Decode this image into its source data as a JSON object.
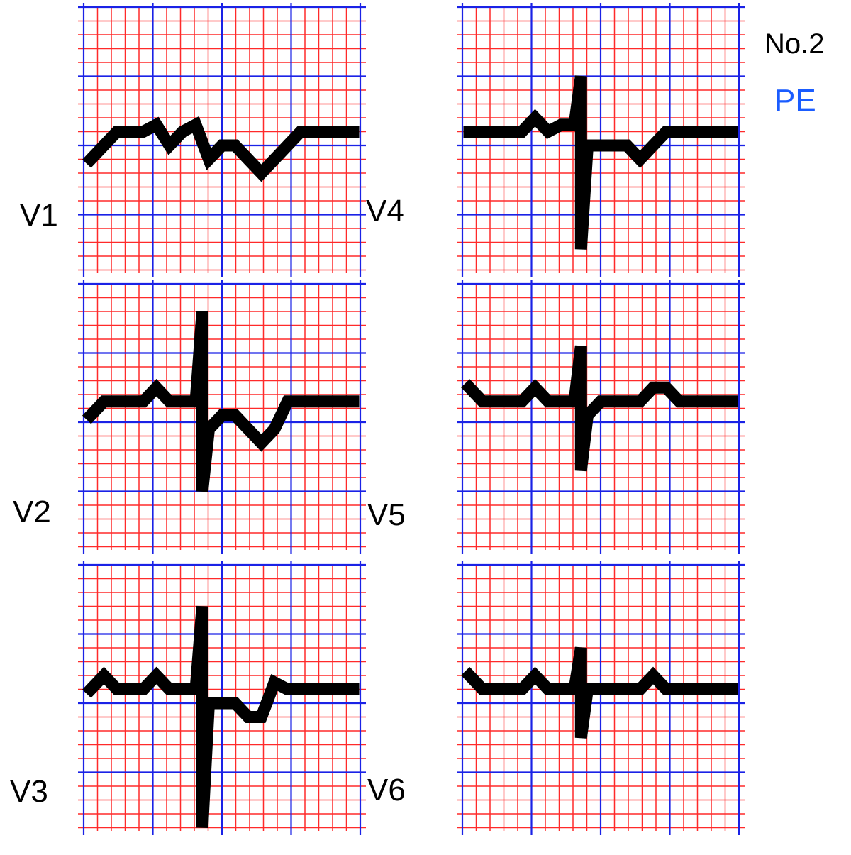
{
  "figure": {
    "case_number": "No.2",
    "diagnosis": "PE",
    "colors": {
      "minor_grid": "#ff2a2a",
      "major_grid": "#1a22e6",
      "trace": "#000000",
      "diagnosis_text": "#1a5cff"
    }
  },
  "panels": [
    {
      "lead": "V1",
      "col": 0,
      "row": 0,
      "trace": [
        [
          0,
          -1.5
        ],
        [
          0,
          -1.5
        ],
        [
          1,
          -0.5
        ],
        [
          2,
          0.5
        ],
        [
          3,
          0.5
        ],
        [
          4,
          0.5
        ],
        [
          5,
          1
        ],
        [
          6,
          -0.5
        ],
        [
          7,
          0.5
        ],
        [
          8,
          1
        ],
        [
          9,
          -1.5
        ],
        [
          10,
          -0.5
        ],
        [
          11,
          -0.5
        ],
        [
          12,
          -1.5
        ],
        [
          13,
          -2.5
        ],
        [
          14,
          -1.5
        ],
        [
          15,
          -0.5
        ],
        [
          16,
          0.5
        ],
        [
          17,
          0.5
        ],
        [
          18,
          0.5
        ],
        [
          19,
          0.5
        ],
        [
          20,
          0.5
        ]
      ]
    },
    {
      "lead": "V2",
      "col": 0,
      "row": 1,
      "trace": [
        [
          0,
          -0.5
        ],
        [
          0,
          -0.5
        ],
        [
          1,
          0.5
        ],
        [
          2,
          0.5
        ],
        [
          3,
          0.5
        ],
        [
          4,
          0.5
        ],
        [
          5,
          1.5
        ],
        [
          6,
          0.5
        ],
        [
          7,
          0.5
        ],
        [
          8,
          0.5
        ],
        [
          8.5,
          7
        ],
        [
          8.5,
          -6
        ],
        [
          9,
          -1.5
        ],
        [
          10,
          -0.5
        ],
        [
          11,
          -0.5
        ],
        [
          12,
          -1.5
        ],
        [
          13,
          -2.5
        ],
        [
          14,
          -1.5
        ],
        [
          15,
          0.5
        ],
        [
          16,
          0.5
        ],
        [
          17,
          0.5
        ],
        [
          18,
          0.5
        ],
        [
          19,
          0.5
        ],
        [
          20,
          0.5
        ]
      ]
    },
    {
      "lead": "V3",
      "col": 0,
      "row": 2,
      "trace": [
        [
          0,
          0.5
        ],
        [
          0,
          0.5
        ],
        [
          1,
          1.5
        ],
        [
          2,
          0.5
        ],
        [
          3,
          0.5
        ],
        [
          4,
          0.5
        ],
        [
          5,
          1.5
        ],
        [
          6,
          0.5
        ],
        [
          7,
          0.5
        ],
        [
          8,
          0.5
        ],
        [
          8.5,
          6.5
        ],
        [
          8.5,
          -9.5
        ],
        [
          9,
          -0.5
        ],
        [
          10,
          -0.5
        ],
        [
          11,
          -0.5
        ],
        [
          12,
          -1.5
        ],
        [
          13,
          -1.5
        ],
        [
          14,
          1
        ],
        [
          15,
          0.5
        ],
        [
          16,
          0.5
        ],
        [
          17,
          0.5
        ],
        [
          18,
          0.5
        ],
        [
          19,
          0.5
        ],
        [
          20,
          0.5
        ]
      ]
    },
    {
      "lead": "V4",
      "col": 1,
      "row": 0,
      "trace": [
        [
          0,
          0.5
        ],
        [
          0,
          0.5
        ],
        [
          1,
          0.5
        ],
        [
          2,
          0.5
        ],
        [
          3,
          0.5
        ],
        [
          4,
          0.5
        ],
        [
          5,
          1.5
        ],
        [
          6,
          0.5
        ],
        [
          7,
          1
        ],
        [
          8,
          1
        ],
        [
          8.5,
          4.5
        ],
        [
          8.5,
          -8
        ],
        [
          9,
          -0.5
        ],
        [
          10,
          -0.5
        ],
        [
          11,
          -0.5
        ],
        [
          12,
          -0.5
        ],
        [
          13,
          -1.5
        ],
        [
          14,
          -0.5
        ],
        [
          15,
          0.5
        ],
        [
          16,
          0.5
        ],
        [
          17,
          0.5
        ],
        [
          18,
          0.5
        ],
        [
          19,
          0.5
        ],
        [
          20,
          0.5
        ]
      ]
    },
    {
      "lead": "V5",
      "col": 1,
      "row": 1,
      "trace": [
        [
          0,
          1.5
        ],
        [
          0,
          1.5
        ],
        [
          1,
          0.5
        ],
        [
          2,
          0.5
        ],
        [
          3,
          0.5
        ],
        [
          4,
          0.5
        ],
        [
          5,
          1.5
        ],
        [
          6,
          0.5
        ],
        [
          7,
          0.5
        ],
        [
          8,
          0.5
        ],
        [
          8.5,
          4.5
        ],
        [
          8.5,
          -4.5
        ],
        [
          9,
          -0.5
        ],
        [
          10,
          0.5
        ],
        [
          11,
          0.5
        ],
        [
          12,
          0.5
        ],
        [
          13,
          0.5
        ],
        [
          14,
          1.5
        ],
        [
          15,
          1.5
        ],
        [
          16,
          0.5
        ],
        [
          17,
          0.5
        ],
        [
          18,
          0.5
        ],
        [
          19,
          0.5
        ],
        [
          20,
          0.5
        ]
      ]
    },
    {
      "lead": "V6",
      "col": 1,
      "row": 2,
      "trace": [
        [
          0,
          1.5
        ],
        [
          0,
          1.5
        ],
        [
          1,
          0.5
        ],
        [
          2,
          0.5
        ],
        [
          3,
          0.5
        ],
        [
          4,
          0.5
        ],
        [
          5,
          1.5
        ],
        [
          6,
          0.5
        ],
        [
          7,
          0.5
        ],
        [
          8,
          0.5
        ],
        [
          8.5,
          3.5
        ],
        [
          8.5,
          -3
        ],
        [
          9,
          0.5
        ],
        [
          10,
          0.5
        ],
        [
          11,
          0.5
        ],
        [
          12,
          0.5
        ],
        [
          13,
          0.5
        ],
        [
          14,
          1.5
        ],
        [
          15,
          0.5
        ],
        [
          16,
          0.5
        ],
        [
          17,
          0.5
        ],
        [
          18,
          0.5
        ],
        [
          19,
          0.5
        ],
        [
          20,
          0.5
        ]
      ]
    }
  ]
}
